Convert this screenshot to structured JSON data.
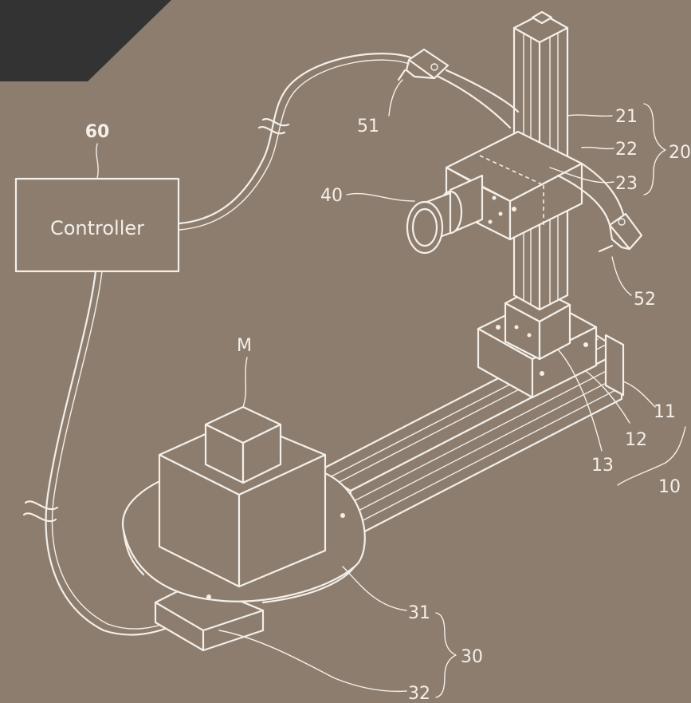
{
  "background": "#8c7d6f",
  "line_color": "#f4efe8",
  "corner_color": "#333333",
  "controller": {
    "label": "Controller",
    "ref": "60"
  },
  "labels": {
    "l21": "21",
    "l22": "22",
    "l23": "23",
    "l20": "20",
    "l40": "40",
    "l51": "51",
    "l52": "52",
    "l11": "11",
    "l12": "12",
    "l13": "13",
    "l10": "10",
    "lM": "M",
    "l31": "31",
    "l30": "30",
    "l32": "32"
  }
}
